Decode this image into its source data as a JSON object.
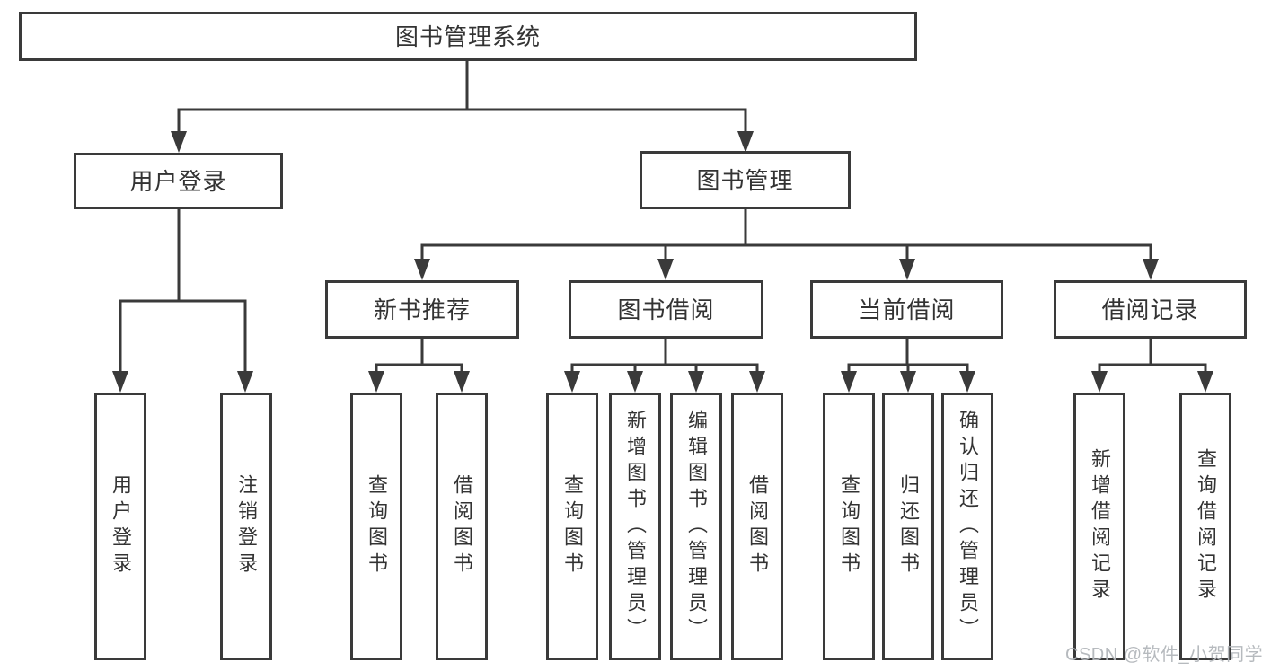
{
  "tree": {
    "label": "图书管理系统",
    "children": [
      {
        "label": "用户登录",
        "children": [
          {
            "label": "用户登录"
          },
          {
            "label": "注销登录"
          }
        ]
      },
      {
        "label": "图书管理",
        "children": [
          {
            "label": "新书推荐",
            "children": [
              {
                "label": "查询图书"
              },
              {
                "label": "借阅图书"
              }
            ]
          },
          {
            "label": "图书借阅",
            "children": [
              {
                "label": "查询图书"
              },
              {
                "label": "新增图书（管理员）"
              },
              {
                "label": "编辑图书（管理员）"
              },
              {
                "label": "借阅图书"
              }
            ]
          },
          {
            "label": "当前借阅",
            "children": [
              {
                "label": "查询图书"
              },
              {
                "label": "归还图书"
              },
              {
                "label": "确认归还（管理员）"
              }
            ]
          },
          {
            "label": "借阅记录",
            "children": [
              {
                "label": "新增借阅记录"
              },
              {
                "label": "查询借阅记录"
              }
            ]
          }
        ]
      }
    ]
  },
  "watermark": {
    "text": "CSDN @软件_小贺同学"
  },
  "colors": {
    "line": "#3a3a3a",
    "text": "#333333",
    "box_background": "#ffffff",
    "page_background": "#ffffff",
    "watermark": "#b3b7bb"
  }
}
